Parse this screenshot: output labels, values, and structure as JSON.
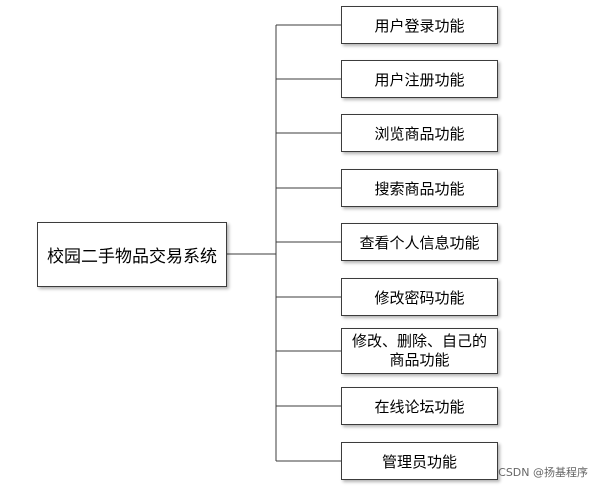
{
  "diagram": {
    "root": {
      "label": "校园二手物品交易系统"
    },
    "children": [
      {
        "label": "用户登录功能"
      },
      {
        "label": "用户注册功能"
      },
      {
        "label": "浏览商品功能"
      },
      {
        "label": "搜索商品功能"
      },
      {
        "label": "查看个人信息功能"
      },
      {
        "label": "修改密码功能"
      },
      {
        "label": "修改、删除、自己的\n商品功能"
      },
      {
        "label": "在线论坛功能"
      },
      {
        "label": "管理员功能"
      }
    ]
  },
  "watermark": "CSDN @扬基程序"
}
